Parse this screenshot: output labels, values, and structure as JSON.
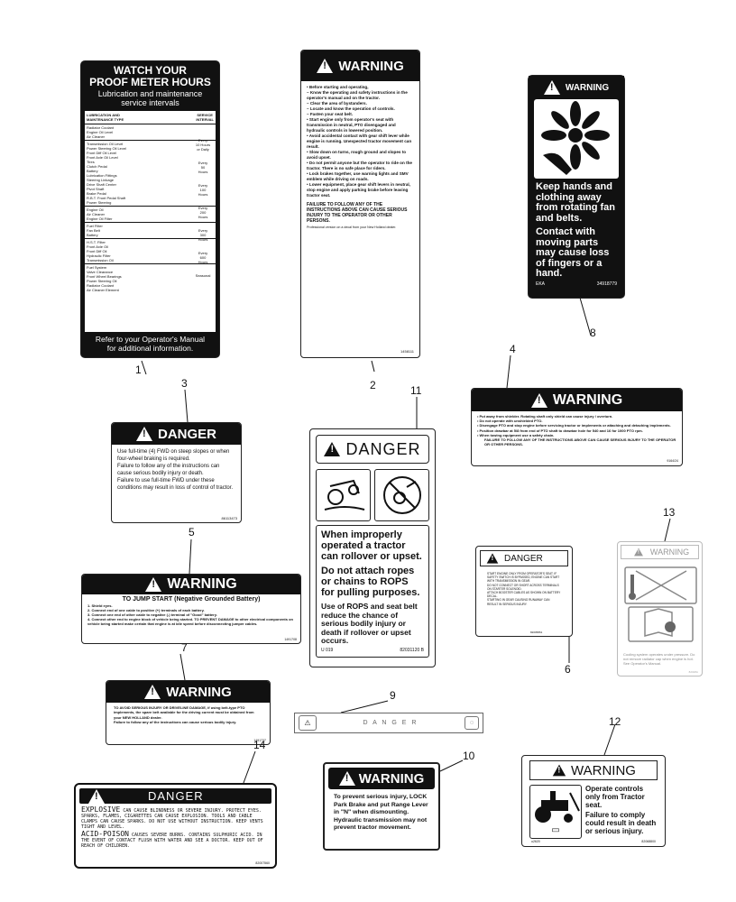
{
  "decals": {
    "d1": {
      "title": "WATCH YOUR\nPROOF METER HOURS",
      "subtitle": "Lubrication and maintenance\nservice intervals",
      "footer": "Refer to your Operator's Manual\nfor additional information.",
      "col_head": "LUBRICATION AND\nMAINTENANCE TYPE",
      "col_interval": "SERVICE\nINTERVAL",
      "rows": [
        "Radiator Coolant\nEngine Oil Level\nAir Cleaner",
        "Transmission Oil Level\nPower Steering Oil Level\nFront Diff Oil Level\nFront Axle Oil Level\nTires\nClutch Pedal\nBattery\nLubrication Fittings\nSteering Linkage\nDrive Shaft Center\nPivot Shaft\nBrake Pedal\nR.B.T. Front Pedal Shaft\nPower Steering",
        "Engine Oil\nAir Cleaner\nEngine Oil Filter",
        "Fuel Filter\nFan Belt\nBattery",
        "H.S.T. Filter\nFront Axle Oil\nFront Diff Oil\nHydraulic Filter\nTransmission Oil",
        "Fuel System\nValve Clearance\nFront Wheel Bearings\nPower Steering Oil\nRadiator Coolant\nAir Cleaner Element"
      ],
      "intervals": [
        "Every\n10 Hours\nor Daily",
        "Every\n50\nHours",
        "Every\n100\nHours",
        "Every\n200\nHours",
        "Every\n300\nHours",
        "Every\n600\nHours",
        "Seasonal"
      ]
    },
    "d2": {
      "header": "WARNING",
      "body": "• Before starting and operating,\n – Know the operating and safety instructions in the operator's manual and on the tractor.\n – Clear the area of bystanders.\n – Locate and know the operation of controls.\n – Fasten your seat belt.\n• Start engine only from operator's seat with transmission in neutral, PTO disengaged and hydraulic controls in lowered position.\n• Avoid accidental contact with gear shift lever while engine is running. Unexpected tractor movement can result.\n• Slow down on turns, rough ground and slopes to avoid upset.\n• Do not permit anyone but the operator to ride on the tractor. There is no safe place for riders.\n• Lock brakes together, use warning lights and SMV emblem while driving on roads.\n• Lower equipment, place gear shift levers in neutral, stop engine and apply parking brake before leaving tractor seat.",
      "failure": "FAILURE TO FOLLOW ANY OF THE INSTRUCTIONS ABOVE CAN CAUSE SERIOUS INJURY TO THE OPERATOR OR OTHER PERSONS.",
      "footer": "Professional version on a decal from your New Holland dealer.",
      "part": "1458111"
    },
    "d3": {
      "header": "DANGER",
      "body": "Use full-time (4) FWD on steep slopes or when four-wheel braking is required.\nFailure to follow any of the instructions can cause serious bodily injury or death.\nFailure to use full-time FWD under these conditions may result in loss of control of tractor.",
      "part": "86113473"
    },
    "d4": {
      "header": "WARNING",
      "body": "• Put away from shielder. Rotating shaft only shield can cause injury / overturn.\n• Do not operate with unshielded PTO.\n• Disengage PTO and stop engine before servicing tractor or implements or attaching and detaching implements.\n• Position drawbar at 5/8 from end of PTO shaft to drawbar hole for 540 and 16 for 1000 PTO rpm.\n• When towing equipment use a safety chain.",
      "failure": "FAILURE TO FOLLOW ANY OF THE INSTRUCTIONS ABOVE CAN CAUSE SERIOUS INJURY TO THE OPERATOR OR OTHER PERSONS.",
      "part": "9164/24"
    },
    "d5": {
      "header": "WARNING",
      "subheader": "TO JUMP START (Negative Grounded Battery)",
      "body": "1. Shield eyes.\n2. Connect end of one cable to positive (+) terminals of each battery.\n3. Connect one end of other cable to negative (-) terminal of \"Good\" battery.\n4. Connect other end to engine block of vehicle being started. TO PREVENT DAMAGE to other electrical components on vehicle being started make certain that engine is at idle speed before disconnecting jumper cables.",
      "part": "1491708"
    },
    "d6": {
      "header": "DANGER",
      "body": "START ENGINE ONLY FROM OPERATOR'S SEAT. IF SAFETY SWITCH IS BYPASSED, ENGINE CAN START WITH TRANSMISSION IN GEAR.\nDO NOT CONNECT OR SHORT ACROSS TERMINALS ON STARTER SOLENOID.\nATTACH BOOSTER CABLES AS SHOWN ON BATTERY DECAL.\nSTARTING IN GEAR CAUSING RUNAWAY CAN RESULT IN SERIOUS INJURY.",
      "part": "82005861"
    },
    "d7": {
      "header": "WARNING",
      "body": "TO AVOID SERIOUS INJURY OR DRIVELINE DAMAGE, if using belt-type PTO implements, the spare belt available for the driving current must be obtained from your NEW HOLLAND dealer.\nFailure to follow any of the instructions can cause serious bodily injury.",
      "part": "1491737"
    },
    "d8": {
      "header": "WARNING",
      "text1": "Keep hands and clothing away from rotating fan and belts.",
      "text2": "Contact with moving parts may cause loss of fingers or a hand.",
      "code": "EKA",
      "part": "34918779"
    },
    "d9": {
      "text": "D A N G E R"
    },
    "d10": {
      "header": "WARNING",
      "body": "To prevent serious injury, LOCK Park Brake and put Range Lever in \"N\" when dismounting. Hydraulic transmission may not prevent tractor movement."
    },
    "d11": {
      "header": "DANGER",
      "bullet1": "When improperly operated a tractor can rollover or upset.",
      "bullet2": "Do not attach ropes or chains to ROPS for pulling purposes.",
      "body": "Use of ROPS and seat belt reduce the chance of serious bodily injury or death if rollover or upset occurs.",
      "code": "U 019",
      "part": "82031120 B"
    },
    "d12": {
      "header": "WARNING",
      "text1": "Operate controls only from Tractor seat.",
      "text2": "Failure to comply could result in death or serious injury.",
      "code": "u2620",
      "part": "82068800"
    },
    "d13": {
      "header": "WARNING",
      "body": "Cooling system operates under pressure. Do not remove radiator cap when engine is hot. See Operator's Manual.",
      "part": "82028A"
    },
    "d14": {
      "header": "DANGER",
      "explosive_title": "EXPLOSIVE",
      "explosive_body": "CAN CAUSE BLINDNESS OR SEVERE INJURY. PROTECT EYES. SPARKS, FLAMES, CIGARETTES CAN CAUSE EXPLOSION. TOOLS AND CABLE CLAMPS CAN CAUSE SPARKS. DO NOT USE WITHOUT INSTRUCTION. KEEP VENTS TIGHT AND LEVEL.",
      "acid_title": "ACID-POISON",
      "acid_body": "CAUSES SEVERE BURNS. CONTAINS SULPHURIC ACID. IN THE EVENT OF CONTACT FLUSH WITH WATER AND SEE A DOCTOR. KEEP OUT OF REACH OF CHILDREN.",
      "part": "82007560"
    }
  },
  "callouts": [
    "1",
    "2",
    "3",
    "4",
    "5",
    "6",
    "7",
    "8",
    "9",
    "10",
    "11",
    "12",
    "13",
    "14"
  ],
  "colors": {
    "ink": "#111111",
    "faint": "#999999",
    "paper": "#ffffff"
  }
}
